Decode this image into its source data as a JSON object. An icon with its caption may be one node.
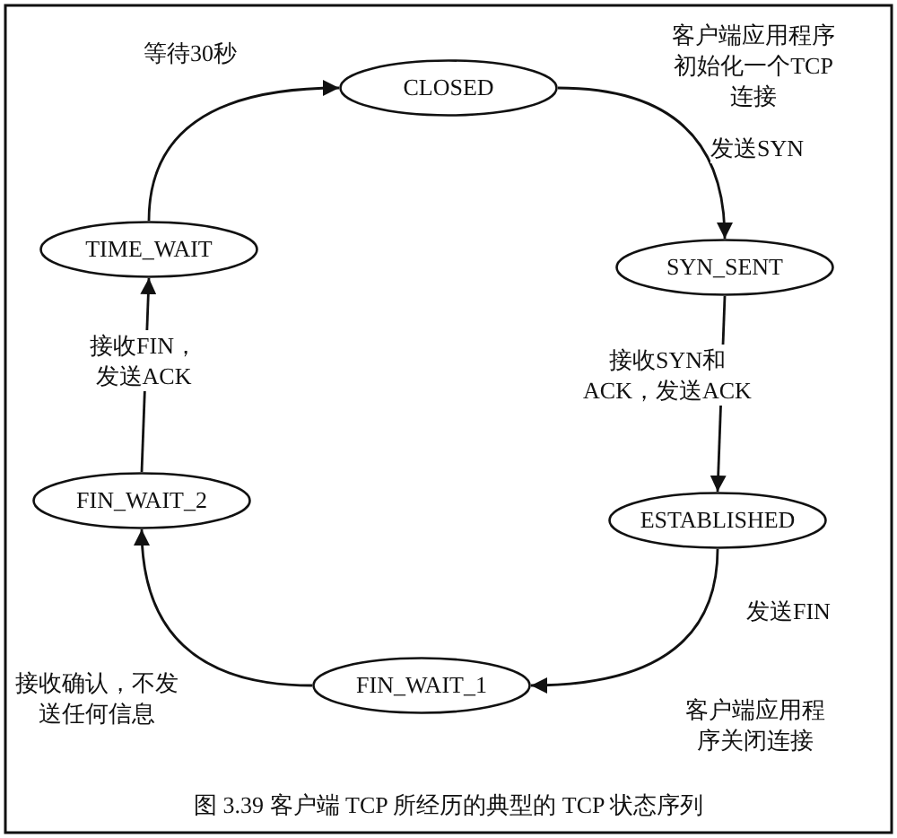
{
  "diagram": {
    "caption": "图 3.39 客户端 TCP 所经历的典型的 TCP 状态序列",
    "nodes": [
      {
        "text": [
          "CLOSED"
        ]
      },
      {
        "text": [
          "SYN_SENT"
        ]
      },
      {
        "text": [
          "ESTABLISHED"
        ]
      },
      {
        "text": [
          "FIN_WAIT_1"
        ]
      },
      {
        "text": [
          "FIN_WAIT_2"
        ]
      },
      {
        "text": [
          "TIME_WAIT"
        ]
      }
    ],
    "edges": [
      {
        "from": 0,
        "to": 1,
        "arrow": "to",
        "label": "发送SYN"
      },
      {
        "from": 1,
        "to": 2,
        "arrow": "to",
        "label": "接收SYN和ACK，发送ACK"
      },
      {
        "from": 2,
        "to": 3,
        "arrow": "to",
        "label": "发送FIN"
      },
      {
        "from": 3,
        "to": 4,
        "arrow": "to",
        "label": "接收确认，不发送任何信息"
      },
      {
        "from": 4,
        "to": 5,
        "arrow": "to",
        "label": "接收FIN，发送ACK"
      },
      {
        "from": 5,
        "to": 0,
        "arrow": "to",
        "label": "等待30秒"
      }
    ],
    "labels": [
      "客户端应用程序初始化一个TCP连接",
      "客户端应用程序关闭连接"
    ]
  }
}
